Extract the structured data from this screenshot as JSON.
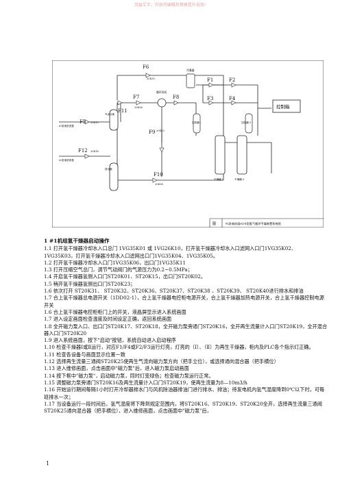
{
  "watermark": "页眉文字，内容可编辑及替换提升自我!",
  "diagram": {
    "valves": {
      "F6": "F6",
      "F7": "F7",
      "F8": "F8",
      "F9": "F9",
      "F10": "F10",
      "F11": "F11",
      "F5": "F5",
      "F12": "F12",
      "F1": "F1",
      "F2": "F2",
      "F3": "F3",
      "F4": "F4"
    },
    "control_box": "控制箱",
    "legend_note": "#1发电机组H2-8型氢气循环干燥装置系统图",
    "legend_label": "图",
    "small_labels": {
      "f6_code": "20K35",
      "f7_code": "20K36",
      "f9_code": "20K23",
      "f10_code": "20K38",
      "f5_code": "20K15",
      "f12_code": "20K16",
      "pump": "循环风机",
      "cooler": "冷凝器",
      "dryer_left": "干燥器 I",
      "dryer_right": "干燥器 II",
      "heater_left": "加热器 I",
      "heater_right": "加热器 II",
      "gen_in": "#1发电机进氢",
      "gen_out": "#1发电机排氢",
      "separator": "气水分离",
      "drain": "排污箱"
    }
  },
  "section": {
    "heading": "1 #1机组氢干燥器启动操作",
    "lines": [
      "1.1 打开氢干燥器冷却水入口总门 1VG35K01 或 1VG26K10，打开氢干燥器冷却水入口滤网入口门1VG35K02、1VG35K03，打开氢干燥器冷却水入口滤网出口门1VG35K04、1VG35K05。",
      "1.2 打开氢干燥器冷却水入口门1VG35K06，出口门1VG35K11",
      "1.3 打开压缩空气总门，调节气动阀门的气源压力为0.2~0.5MPa；",
      "1.4 开启氢干燥器氢侧入口门ST20K01、ST20K15，出口门ST20K02。",
      "1.5 稍开氢干燥器氢侧出口门ST20K23；",
      "1.6 依次打开 ST20K31、 ST20K32、ST20K36、ST20K37、ST20K38 、ST20K39、 ST20K40进行排水和排油",
      "1.7 合上氢干燥器总电源开关（1DD02-1），合上氢干燥器电控柜电源开关，合上氢干燥器加热电源开关，合上氢干燥器控制电源开关",
      "1.6 合上氢干燥器电控柜柜门上的开关，液晶屏显示进入系统画面",
      "1.7 进入设定画面检查温度及时间设定正确，返回系统画面",
      "1.8 全开磁力泵入口、出口门ST20K17、ST20K18，全开磁力泵旁通门ST20K16，全开再生流量计入口门ST20K19，全开混合器入口门ST20K20",
      "1.9 进入系统画面，按下\"启动\"按钮，系统自动进入启动程序",
      "1.10 检查干燥器Ⅰ或Ⅱ运行，对应F1/F4或F2/F3运行灯亮，灯亮的（Ⅰ）、（Ⅱ）为再生干燥器，柜内及PLC各个指示灯正确。",
      "1.11 检查各设备与画面显示位置一致",
      "1.12 选择再生流量三通阀ST20K25使再生气流向磁力泵方向（把手立位），或选择通向混合器（把手横位）",
      "1.13 进入维修画面，点击画面中\"磁力泵\"后，进入磁力泵启动画面",
      "1.14 按下框中\"磁力泵\"，启动磁力泵，同时灯变绿色；检查磁力泵运行正常。",
      "1.15 调整磁力泵旁通门ST20K16及再生流量计入口门ST20K19，使再生流量为8—10m3/h",
      "1.16 开始运行期间每隔1小时打开冷却器排水门与风机除油器排油门进行排水、排油；待发电机内氢气湿度降到0℃以下时，可每班排水一次；",
      "1.17 当设备运行一段时间后，氢气湿度将下降到规定范围内，将ST20K16、ST20K19、ST20K20全开，选择再生流量三通阀 ST20K25通向混合器（把手横位），进入维修画面，点击画面中\"磁力泵\"后，"
    ]
  },
  "page_number": "1"
}
